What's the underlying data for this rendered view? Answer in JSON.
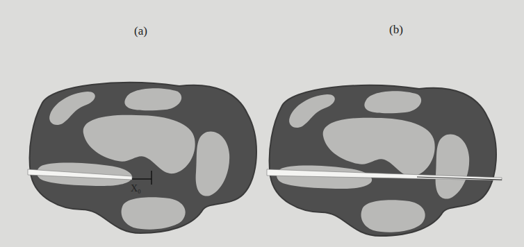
{
  "diagram": {
    "labels": [
      "(a)",
      "(b)",
      "X₀"
    ]
  }
}
